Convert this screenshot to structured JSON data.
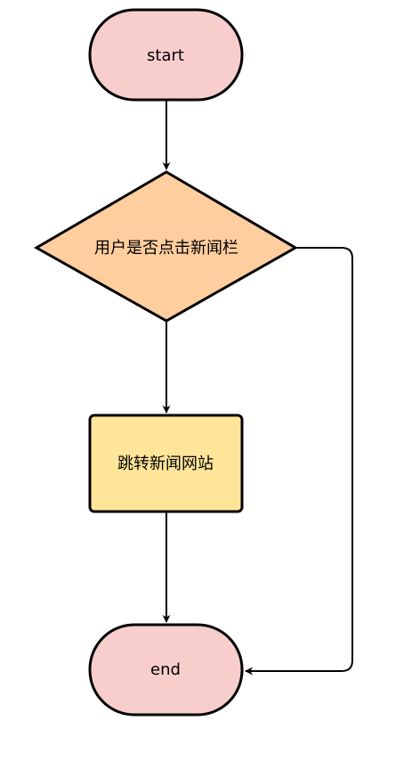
{
  "nodes": {
    "start": {
      "label": "start",
      "shape": "terminator",
      "fill": "#f8cecc"
    },
    "decision": {
      "label": "用户是否点击新闻栏",
      "shape": "diamond",
      "fill": "#ffce9f"
    },
    "process": {
      "label": "跳转新闻网站",
      "shape": "rectangle",
      "fill": "#ffe599"
    },
    "end": {
      "label": "end",
      "shape": "terminator",
      "fill": "#f8cecc"
    }
  },
  "edges": [
    {
      "from": "start",
      "to": "decision"
    },
    {
      "from": "decision",
      "to": "process"
    },
    {
      "from": "process",
      "to": "end"
    },
    {
      "from": "decision",
      "to": "end"
    }
  ],
  "colors": {
    "stroke": "#000000",
    "terminator_fill": "#f8cecc",
    "decision_fill": "#ffce9f",
    "process_fill": "#ffe599"
  }
}
